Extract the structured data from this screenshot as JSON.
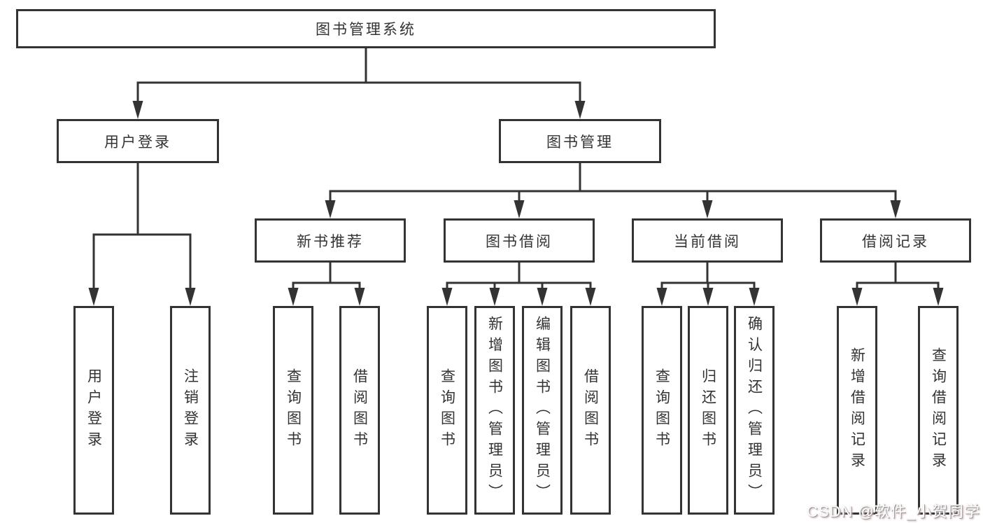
{
  "diagram": {
    "root": {
      "label": "图书管理系统"
    },
    "branches": [
      {
        "label": "用户登录",
        "children": [
          {
            "label": "用户登录"
          },
          {
            "label": "注销登录"
          }
        ]
      },
      {
        "label": "图书管理",
        "children": [
          {
            "label": "新书推荐",
            "children": [
              {
                "label": "查询图书"
              },
              {
                "label": "借阅图书"
              }
            ]
          },
          {
            "label": "图书借阅",
            "children": [
              {
                "label": "查询图书"
              },
              {
                "label": "新增图书（管理员）"
              },
              {
                "label": "编辑图书（管理员）"
              },
              {
                "label": "借阅图书"
              }
            ]
          },
          {
            "label": "当前借阅",
            "children": [
              {
                "label": "查询图书"
              },
              {
                "label": "归还图书"
              },
              {
                "label": "确认归还（管理员）"
              }
            ]
          },
          {
            "label": "借阅记录",
            "children": [
              {
                "label": "新增借阅记录"
              },
              {
                "label": "查询借阅记录"
              }
            ]
          }
        ]
      }
    ]
  },
  "watermark": {
    "text": "CSDN @软件_小贺同学"
  },
  "colors": {
    "line": "#333333",
    "background": "#ffffff",
    "text": "#333333"
  }
}
